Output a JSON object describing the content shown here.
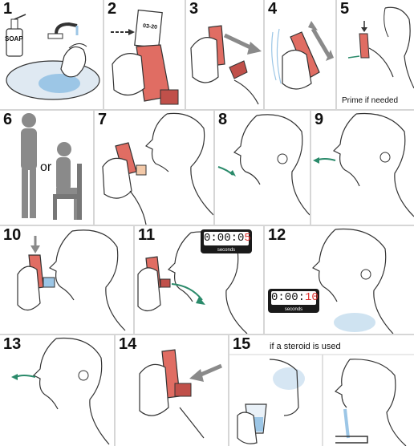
{
  "steps": [
    "1",
    "2",
    "3",
    "4",
    "5",
    "6",
    "7",
    "8",
    "9",
    "10",
    "11",
    "12",
    "13",
    "14",
    "15"
  ],
  "labels": {
    "soap": "SOAP",
    "dose_counter": "03-20",
    "prime": "Prime if needed",
    "or": "or",
    "steroid": "if a steroid is used"
  },
  "timer_11": {
    "prefix": "0:00:0",
    "last": "5",
    "unit": "seconds"
  },
  "timer_12": {
    "prefix": "0:00:",
    "last": "10",
    "unit": "seconds"
  },
  "colors": {
    "inhaler": "#e06d63",
    "inhaler_dark": "#c0504a",
    "arrow": "#8a8a8a",
    "water": "#bcd8ee",
    "breath": "#2a8a6a",
    "divider": "#d6d6d6"
  }
}
